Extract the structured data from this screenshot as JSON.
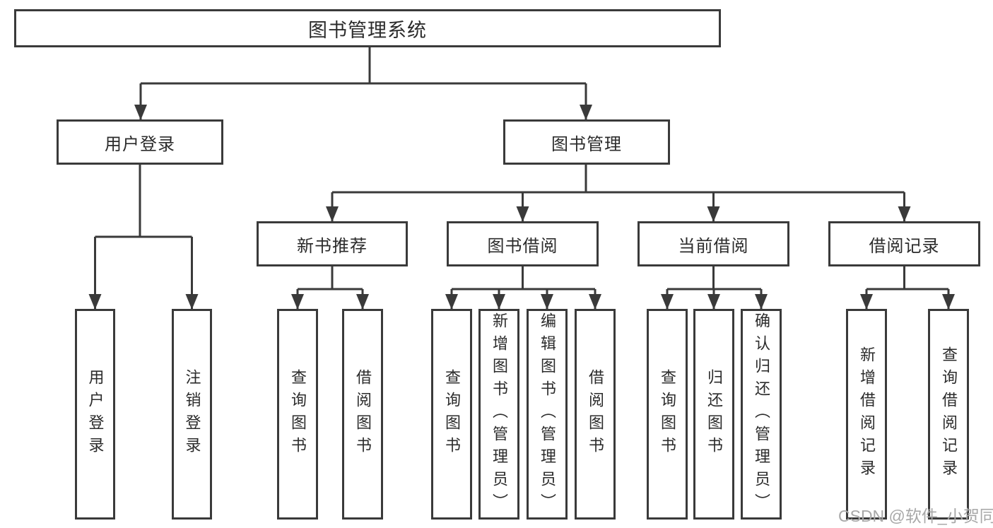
{
  "tree": {
    "label": "图书管理系统",
    "children": [
      {
        "label": "用户登录",
        "children": [
          {
            "label": "用户登录"
          },
          {
            "label": "注销登录"
          }
        ]
      },
      {
        "label": "图书管理",
        "children": [
          {
            "label": "新书推荐",
            "children": [
              {
                "label": "查询图书"
              },
              {
                "label": "借阅图书"
              }
            ]
          },
          {
            "label": "图书借阅",
            "children": [
              {
                "label": "查询图书"
              },
              {
                "label": "新增图书（管理员）"
              },
              {
                "label": "编辑图书（管理员）"
              },
              {
                "label": "借阅图书"
              }
            ]
          },
          {
            "label": "当前借阅",
            "children": [
              {
                "label": "查询图书"
              },
              {
                "label": "归还图书"
              },
              {
                "label": "确认归还（管理员）"
              }
            ]
          },
          {
            "label": "借阅记录",
            "children": [
              {
                "label": "新增借阅记录"
              },
              {
                "label": "查询借阅记录"
              }
            ]
          }
        ]
      }
    ]
  },
  "watermark": {
    "text": "CSDN @软件_小贺同学",
    "color": "#a8a8a8"
  },
  "colors": {
    "line": "#3a3a3a",
    "box_border": "#3a3a3a",
    "box_fill": "#ffffff",
    "text": "#2b2b2b",
    "background": "#ffffff"
  }
}
